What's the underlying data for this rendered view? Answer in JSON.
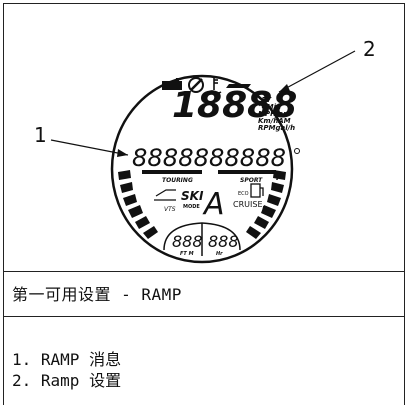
{
  "callouts": [
    {
      "number": "1"
    },
    {
      "number": "2"
    }
  ],
  "display": {
    "main_digits": "18888",
    "units": [
      "°FT",
      "°CMin",
      "MPHlap",
      "Km/hAM",
      "RPMgal/h"
    ],
    "message_glyphs": "8888888888",
    "touring_label": "TOURING",
    "sport_label": "SPORT",
    "vts_label": "VTS",
    "ski_label": "SKI",
    "mode_label": "MODE",
    "gear_glyph": "A",
    "eco_label": "ECO",
    "cruise_label": "CRUISE",
    "fuel_full": "F",
    "fuel_empty": "E",
    "small_left_digits": "888",
    "small_left_unit": "FT M",
    "small_right_digits": "888",
    "small_right_unit": "Hr"
  },
  "caption": "第一可用设置 - RAMP",
  "legend": [
    {
      "number": "1.",
      "text": "RAMP 消息"
    },
    {
      "number": "2.",
      "text": "Ramp 设置"
    }
  ]
}
